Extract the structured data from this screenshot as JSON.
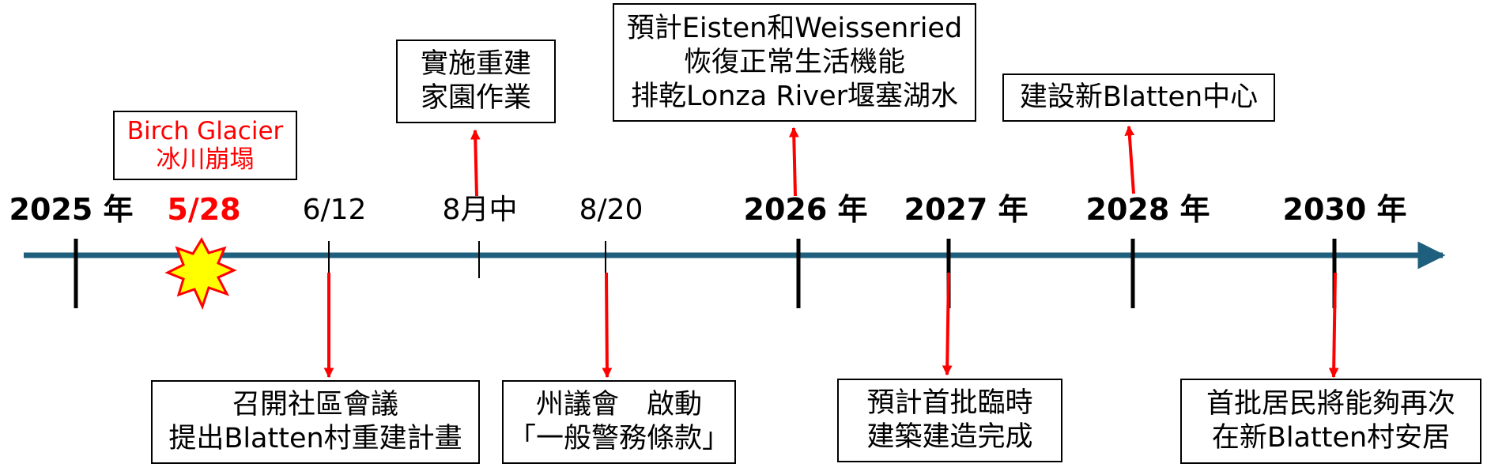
{
  "colors": {
    "axis": "#1f5f7e",
    "tick": "#000000",
    "connector": "#ff0000",
    "highlight": "#ff0000",
    "burst_fill": "#ffff00",
    "burst_stroke": "#ff0000"
  },
  "axis_labels": {
    "y2025": "2025 年",
    "d0528": "5/28",
    "d0612": "6/12",
    "aug_mid": "8月中",
    "d0820": "8/20",
    "y2026": "2026 年",
    "y2027": "2027 年",
    "y2028": "2028 年",
    "y2030": "2030 年"
  },
  "events": {
    "glacier": [
      "Birch Glacier",
      "冰川崩塌"
    ],
    "rebuild": [
      "實施重建",
      "家園作業"
    ],
    "eisten": [
      "預計Eisten和Weissenried",
      "恢復正常生活機能",
      "排乾Lonza River堰塞湖水"
    ],
    "new_center": [
      "建設新Blatten中心"
    ],
    "community": [
      "召開社區會議",
      "提出Blatten村重建計畫"
    ],
    "council": [
      "州議會　啟動",
      "「一般警務條款」"
    ],
    "temporary": [
      "預計首批臨時",
      "建築建造完成"
    ],
    "residents": [
      "首批居民將能夠再次",
      "在新Blatten村安居"
    ]
  },
  "icons": {
    "burst": "explosion-burst-icon",
    "arrow": "red-arrow-icon"
  }
}
